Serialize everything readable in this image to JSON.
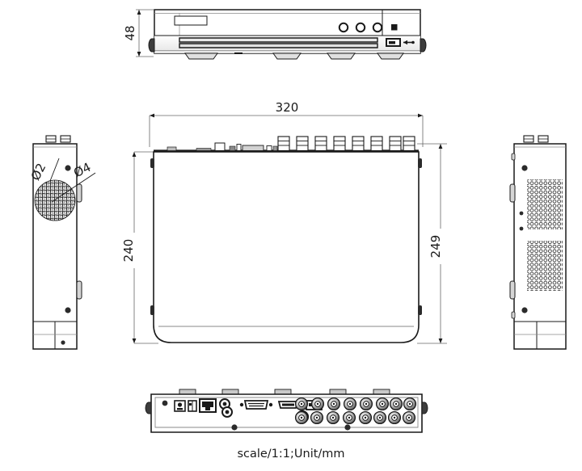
{
  "drawing": {
    "caption": "scale/1:1;Unit/mm",
    "unit": "mm",
    "scale": "1:1"
  },
  "dimensions": {
    "height_48": "48",
    "width_320": "320",
    "depth_240": "240",
    "depth_249": "249",
    "hole_dia_2": "Ø2",
    "hole_dia_4": "Ø4"
  },
  "views": {
    "front": {
      "name": "front-view",
      "led_count": 3,
      "has_usb_port": true,
      "has_ir_window": true
    },
    "top": {
      "name": "top-view",
      "rear_bnc_bumps": 8
    },
    "left_side": {
      "name": "left-side-view",
      "vent_pattern": "circular",
      "screw_count": 2,
      "top_connector_bumps": 2
    },
    "right_side": {
      "name": "right-side-view",
      "vent_pattern": "two-rectangular-grids",
      "screw_count": 2,
      "top_connector_bumps": 2
    },
    "rear": {
      "name": "rear-view",
      "bnc_rows": 2,
      "bnc_per_row": 8,
      "bnc_total": 16,
      "ports": [
        "power",
        "switch",
        "rj45",
        "audio-out",
        "audio-in",
        "vga",
        "hdmi",
        "usb"
      ]
    }
  },
  "colors": {
    "line": "#1a1a1a",
    "thin_line": "#555555",
    "fill": "#ffffff",
    "dim_line": "#666666",
    "shade": "#d9d9d9"
  }
}
